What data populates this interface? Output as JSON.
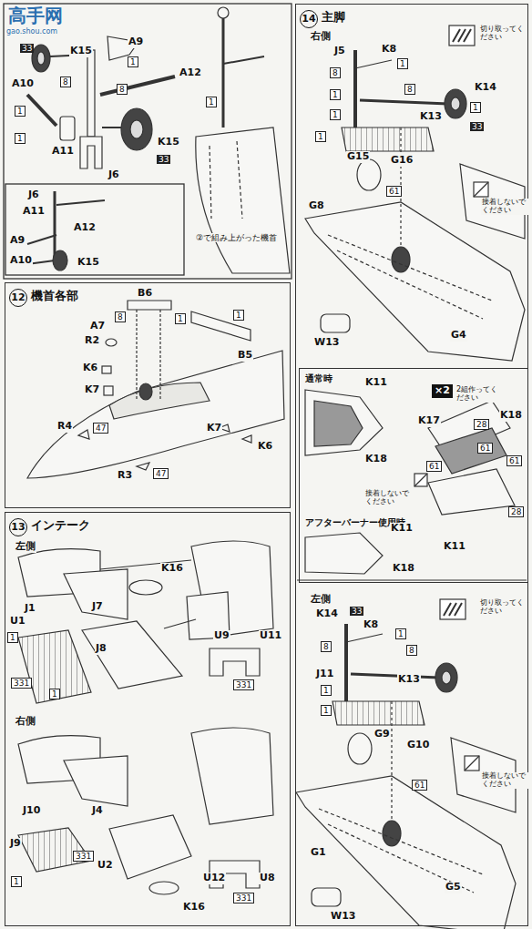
{
  "diagram": {
    "nodes": [
      {
        "text": [
          "12",
          "機首各部"
        ]
      },
      {
        "text": [
          "13",
          "インテーク"
        ]
      },
      {
        "text": [
          "14",
          "主脚"
        ]
      },
      {
        "text": [
          "通常時",
          "アフターバーナー使用時"
        ],
        "in": 2
      }
    ],
    "labels": [
      "高手网",
      "gao.shou.com",
      "33",
      "K15",
      "A9",
      "1",
      "8",
      "A10",
      "8",
      "A12",
      "1",
      "1",
      "1",
      "A11",
      "K15",
      "33",
      "J6",
      "J6",
      "A11",
      "A12",
      "A9",
      "A10",
      "K15",
      "②で組み上がった機首",
      "B6",
      "8",
      "1",
      "A7",
      "1",
      "R2",
      "B5",
      "K6",
      "K7",
      "R4",
      "47",
      "K7",
      "K6",
      "47",
      "R3",
      "左側",
      "J1",
      "J7",
      "K16",
      "U1",
      "1",
      "J8",
      "331",
      "1",
      "U9",
      "U11",
      "331",
      "右側",
      "J10",
      "J4",
      "J9",
      "331",
      "U2",
      "1",
      "K16",
      "U12",
      "U8",
      "331",
      "右側",
      "J5",
      "K8",
      "1",
      "8",
      "8",
      "1",
      "1",
      "K14",
      "K13",
      "1",
      "33",
      "G16",
      "1",
      "切り取ってください",
      "接着しないでください",
      "G15",
      "61",
      "G8",
      "W13",
      "G4",
      "K11",
      "K18",
      "K11",
      "K18",
      "×2",
      "2組作ってください",
      "K18",
      "K17",
      "28",
      "61",
      "61",
      "61",
      "28",
      "K11",
      "接着しないでください",
      "左側",
      "K14",
      "33",
      "K8",
      "1",
      "8",
      "8",
      "J11",
      "K13",
      "1",
      "G9",
      "1",
      "切り取ってください",
      "G10",
      "61",
      "接着しないでください",
      "G1",
      "W13",
      "G5"
    ]
  }
}
